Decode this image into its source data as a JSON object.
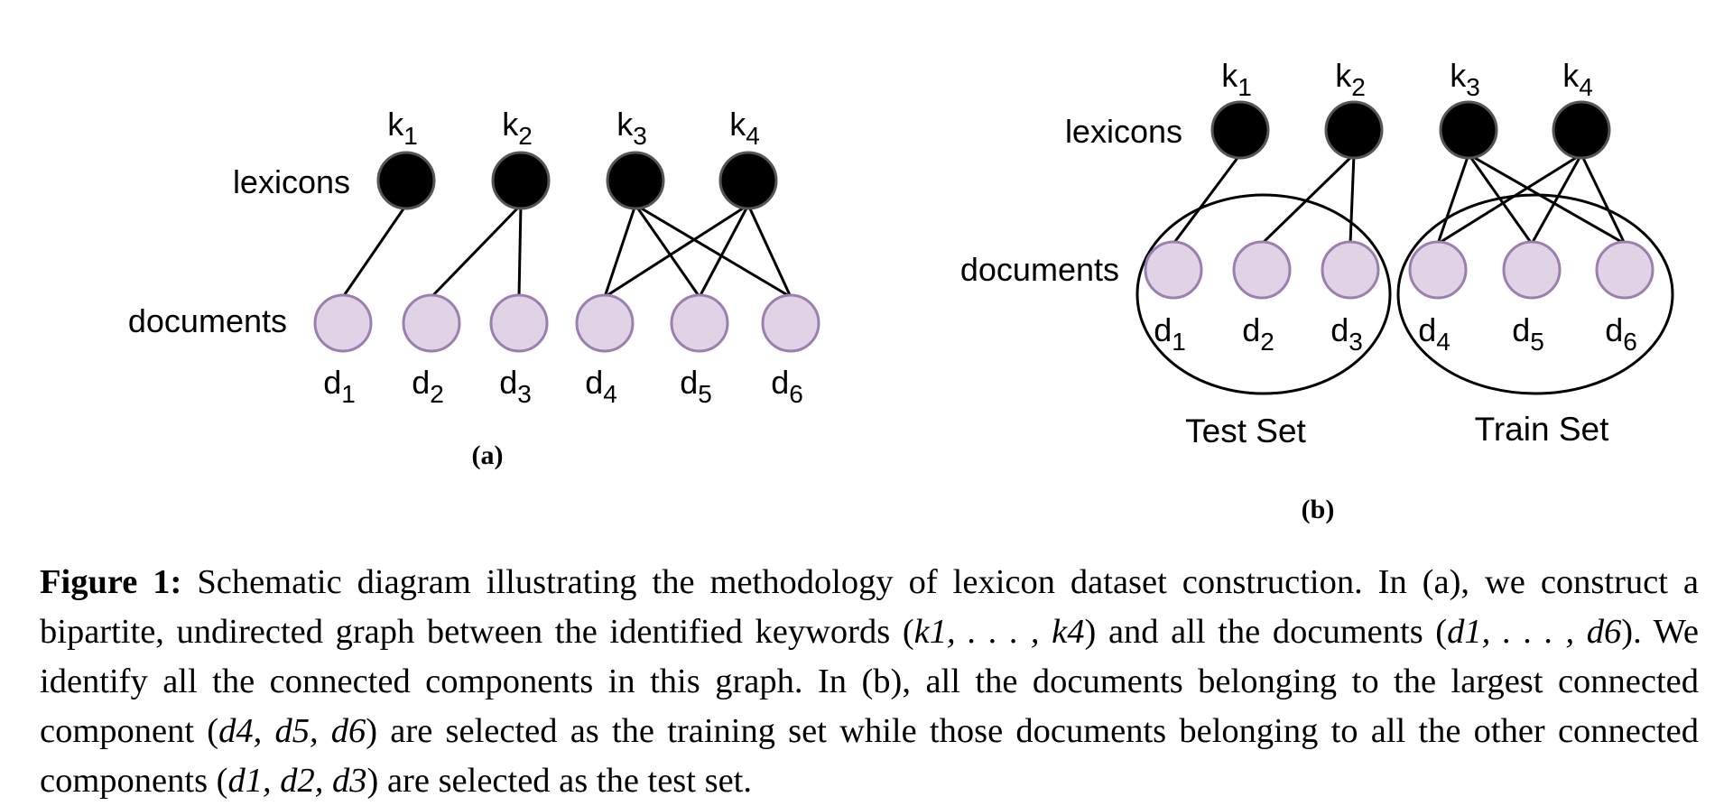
{
  "panel_a": {
    "label": "(a)",
    "row_labels": {
      "lexicons": "lexicons",
      "documents": "documents"
    },
    "keywords": [
      {
        "id": "k1",
        "base": "k",
        "sub": "1"
      },
      {
        "id": "k2",
        "base": "k",
        "sub": "2"
      },
      {
        "id": "k3",
        "base": "k",
        "sub": "3"
      },
      {
        "id": "k4",
        "base": "k",
        "sub": "4"
      }
    ],
    "documents": [
      {
        "id": "d1",
        "base": "d",
        "sub": "1"
      },
      {
        "id": "d2",
        "base": "d",
        "sub": "2"
      },
      {
        "id": "d3",
        "base": "d",
        "sub": "3"
      },
      {
        "id": "d4",
        "base": "d",
        "sub": "4"
      },
      {
        "id": "d5",
        "base": "d",
        "sub": "5"
      },
      {
        "id": "d6",
        "base": "d",
        "sub": "6"
      }
    ],
    "edges": [
      [
        "k1",
        "d1"
      ],
      [
        "k2",
        "d2"
      ],
      [
        "k2",
        "d3"
      ],
      [
        "k3",
        "d4"
      ],
      [
        "k3",
        "d5"
      ],
      [
        "k3",
        "d6"
      ],
      [
        "k4",
        "d4"
      ],
      [
        "k4",
        "d5"
      ],
      [
        "k4",
        "d6"
      ]
    ]
  },
  "panel_b": {
    "label": "(b)",
    "row_labels": {
      "lexicons": "lexicons",
      "documents": "documents"
    },
    "keywords": [
      {
        "id": "k1",
        "base": "k",
        "sub": "1"
      },
      {
        "id": "k2",
        "base": "k",
        "sub": "2"
      },
      {
        "id": "k3",
        "base": "k",
        "sub": "3"
      },
      {
        "id": "k4",
        "base": "k",
        "sub": "4"
      }
    ],
    "documents": [
      {
        "id": "d1",
        "base": "d",
        "sub": "1"
      },
      {
        "id": "d2",
        "base": "d",
        "sub": "2"
      },
      {
        "id": "d3",
        "base": "d",
        "sub": "3"
      },
      {
        "id": "d4",
        "base": "d",
        "sub": "4"
      },
      {
        "id": "d5",
        "base": "d",
        "sub": "5"
      },
      {
        "id": "d6",
        "base": "d",
        "sub": "6"
      }
    ],
    "edges": [
      [
        "k1",
        "d1"
      ],
      [
        "k2",
        "d2"
      ],
      [
        "k2",
        "d3"
      ],
      [
        "k3",
        "d4"
      ],
      [
        "k3",
        "d5"
      ],
      [
        "k3",
        "d6"
      ],
      [
        "k4",
        "d4"
      ],
      [
        "k4",
        "d5"
      ],
      [
        "k4",
        "d6"
      ]
    ],
    "sets": [
      {
        "name": "Test Set",
        "members": [
          "d1",
          "d2",
          "d3"
        ]
      },
      {
        "name": "Train Set",
        "members": [
          "d4",
          "d5",
          "d6"
        ]
      }
    ]
  },
  "caption": {
    "label": "Figure 1:",
    "s1": " Schematic diagram illustrating the methodology of lexicon dataset construction. In (a), we construct a bipartite, undirected graph between the identified keywords (",
    "m1": "k1, . . . , k4",
    "s2": ") and all the documents (",
    "m2": "d1, . . . , d6",
    "s3": "). We identify all the connected components in this graph. In (b), all the documents belonging to the largest connected component (",
    "m3": "d4, d5, d6",
    "s4": ") are selected as the training set while those documents belonging to all the other connected components (",
    "m4": "d1, d2, d3",
    "s5": ") are selected as the test set."
  },
  "colors": {
    "keyword_fill": "#000000",
    "keyword_stroke": "#555555",
    "document_fill": "#e1d3e6",
    "document_stroke": "#9a7fb0",
    "edge": "#000000"
  }
}
